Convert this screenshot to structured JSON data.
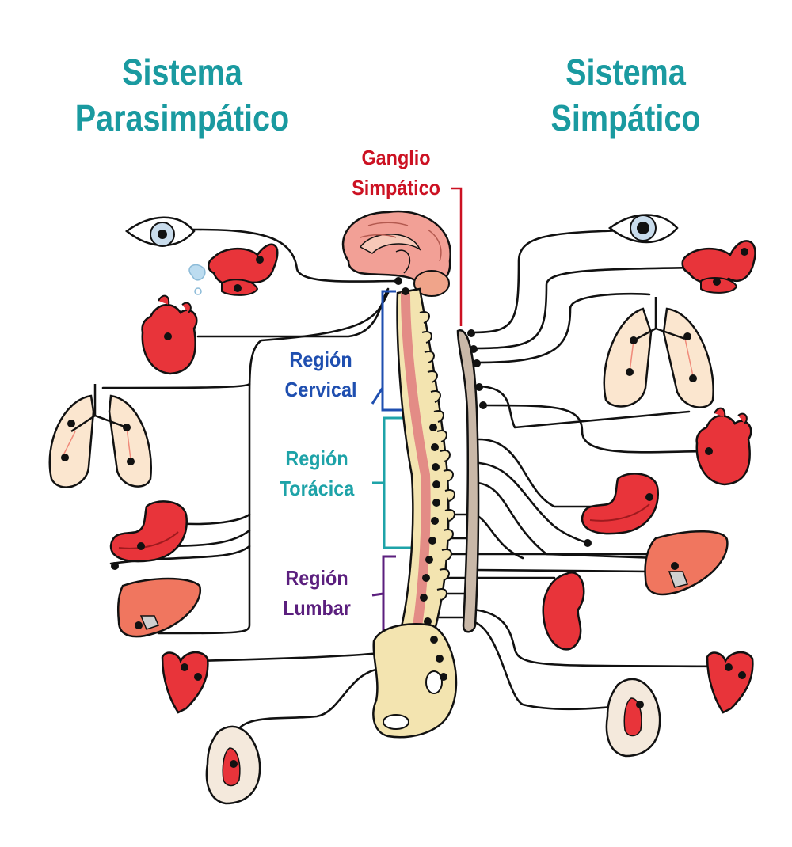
{
  "titles": {
    "parasympathetic_line1": "Sistema",
    "parasympathetic_line2": "Parasimpático",
    "sympathetic_line1": "Sistema",
    "sympathetic_line2": "Simpático"
  },
  "labels": {
    "ganglion_line1": "Ganglio",
    "ganglion_line2": "Simpático",
    "cervical_line1": "Región",
    "cervical_line2": "Cervical",
    "thoracic_line1": "Región",
    "thoracic_line2": "Torácica",
    "lumbar_line1": "Región",
    "lumbar_line2": "Lumbar"
  },
  "colors": {
    "title": "#1a9aa0",
    "ganglion_label": "#cc1122",
    "cervical": "#1f4fb0",
    "thoracic": "#1ea3a8",
    "lumbar": "#5b1f7e",
    "organ_red": "#e8343a",
    "lung_fill": "#fbe6cf",
    "spine_fill": "#f3e4b0",
    "chain_fill": "#c9b8a8"
  },
  "organs": {
    "parasympathetic": [
      "eye-icon",
      "lacrimal-gland-icon",
      "heart-icon",
      "lungs-icon",
      "stomach-icon",
      "liver-icon",
      "bladder-icon",
      "uterus-icon"
    ],
    "sympathetic": [
      "eye-icon",
      "lacrimal-gland-icon",
      "lungs-icon",
      "heart-icon",
      "stomach-icon",
      "liver-icon",
      "kidney-icon",
      "bladder-icon",
      "uterus-icon"
    ]
  }
}
